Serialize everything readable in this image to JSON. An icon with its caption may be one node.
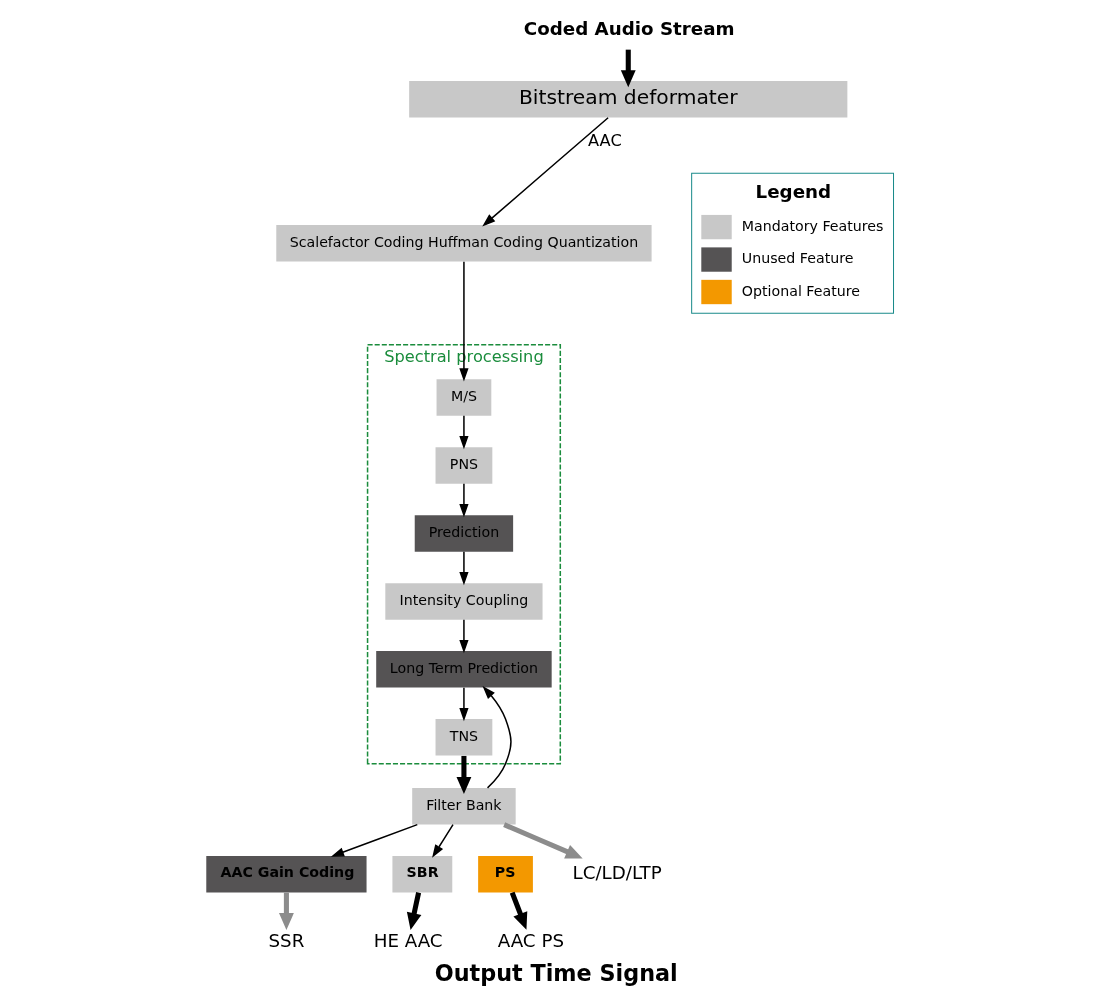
{
  "diagram": {
    "caption": "Output Time Signal",
    "nodes": [
      {
        "text": [
          "Coded Audio Stream"
        ]
      },
      {
        "text": [
          "Bitstream deformater"
        ]
      },
      {
        "text": [
          "Scalefactor Coding Huffman Coding Quantization"
        ]
      },
      {
        "text": [
          "Spectral processing"
        ]
      },
      {
        "text": [
          "M/S"
        ],
        "in": 3
      },
      {
        "text": [
          "PNS"
        ],
        "in": 3
      },
      {
        "text": [
          "Prediction"
        ],
        "in": 3
      },
      {
        "text": [
          "Intensity Coupling"
        ],
        "in": 3
      },
      {
        "text": [
          "Long Term Prediction"
        ],
        "in": 3
      },
      {
        "text": [
          "TNS"
        ],
        "in": 3
      },
      {
        "text": [
          "Filter Bank"
        ]
      },
      {
        "text": [
          "AAC Gain Coding"
        ]
      },
      {
        "text": [
          "SBR"
        ]
      },
      {
        "text": [
          "PS"
        ]
      },
      {
        "text": [
          "SSR"
        ]
      },
      {
        "text": [
          "HE AAC"
        ]
      },
      {
        "text": [
          "AAC PS"
        ]
      },
      {
        "text": [
          "LC/LD/LTP"
        ]
      }
    ],
    "edges": [
      {
        "from": 0,
        "to": 1,
        "arrow": "to",
        "style": "thick"
      },
      {
        "from": 1,
        "to": 2,
        "arrow": "to",
        "label": "AAC"
      },
      {
        "from": 2,
        "to": 4,
        "arrow": "to"
      },
      {
        "from": 4,
        "to": 5,
        "arrow": "to"
      },
      {
        "from": 5,
        "to": 6,
        "arrow": "to"
      },
      {
        "from": 6,
        "to": 7,
        "arrow": "to"
      },
      {
        "from": 7,
        "to": 8,
        "arrow": "to"
      },
      {
        "from": 8,
        "to": 9,
        "arrow": "to"
      },
      {
        "from": 9,
        "to": 10,
        "arrow": "to",
        "style": "thick"
      },
      {
        "from": 10,
        "to": 8,
        "arrow": "to"
      },
      {
        "from": 10,
        "to": 11,
        "arrow": "to"
      },
      {
        "from": 10,
        "to": 12,
        "arrow": "to"
      },
      {
        "from": 10,
        "to": 17,
        "arrow": "to",
        "style": "thick",
        "color": "#8c8c8c"
      },
      {
        "from": 11,
        "to": 14,
        "arrow": "to",
        "style": "thick",
        "color": "#8c8c8c"
      },
      {
        "from": 12,
        "to": 15,
        "arrow": "to",
        "style": "thick"
      },
      {
        "from": 13,
        "to": 16,
        "arrow": "to",
        "style": "thick"
      }
    ],
    "labels": [
      "Legend"
    ],
    "legend": [
      {
        "text": "Mandatory Features",
        "color": "#c8c8c8"
      },
      {
        "text": "Unused Feature",
        "color": "#555354"
      },
      {
        "text": "Optional Feature",
        "color": "#f39800"
      }
    ]
  }
}
